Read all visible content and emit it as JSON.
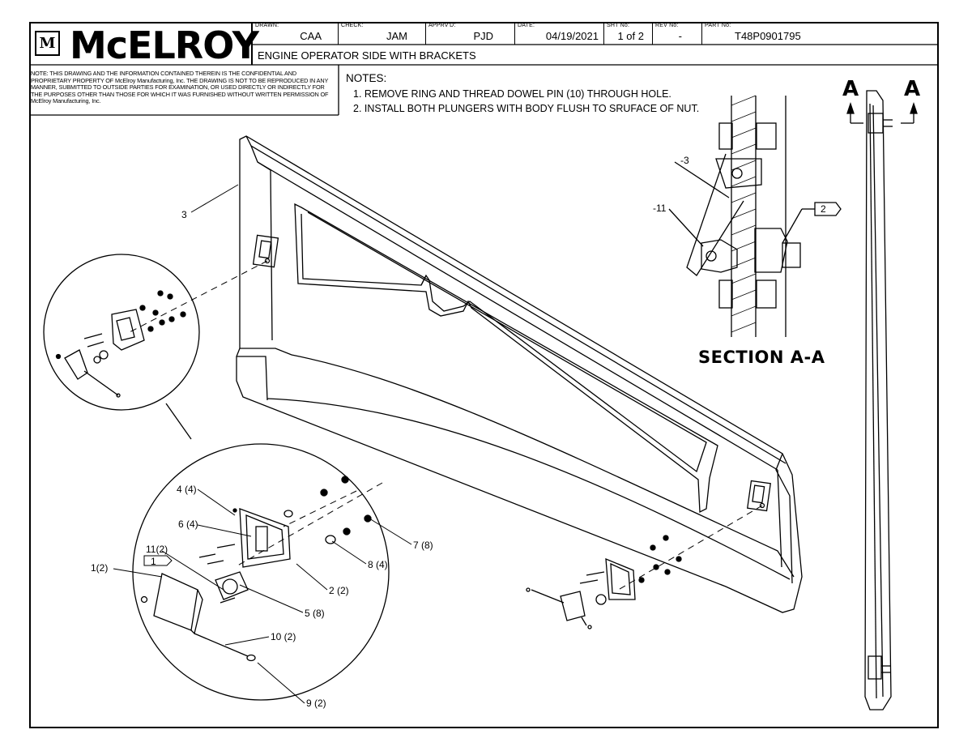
{
  "title_block": {
    "company": "McELROY",
    "logo_mark": "M",
    "drawn": {
      "label": "DRAWN:",
      "value": "CAA"
    },
    "check": {
      "label": "CHECK:",
      "value": "JAM"
    },
    "apprvd": {
      "label": "APPRV'D:",
      "value": "PJD"
    },
    "date": {
      "label": "DATE:",
      "value": "04/19/2021"
    },
    "sheet": {
      "label": "SHT No:",
      "value": "1 of 2"
    },
    "rev": {
      "label": "REV No:",
      "value": "-"
    },
    "part": {
      "label": "PART No:",
      "value": "T48P0901795"
    },
    "description": "ENGINE OPERATOR SIDE WITH BRACKETS"
  },
  "confidentiality": "NOTE: THIS DRAWING AND THE INFORMATION CONTAINED THEREIN IS THE CONFIDENTIAL AND PROPRIETARY PROPERTY OF McElroy Manufacturing, Inc. THE DRAWING IS NOT TO BE REPRODUCED IN ANY MANNER, SUBMITTED TO OUTSIDE PARTIES FOR EXAMINATION, OR USED DIRECTLY OR INDIRECTLY FOR THE PURPOSES OTHER THAN THOSE FOR WHICH IT WAS FURNISHED WITHOUT WRITTEN PERMISSION OF McElroy Manufacturing, Inc.",
  "notes": {
    "heading": "NOTES:",
    "items": [
      "1. REMOVE RING AND THREAD DOWEL PIN (10) THROUGH HOLE.",
      "2. INSTALL BOTH PLUNGERS WITH BODY FLUSH TO SRUFACE OF NUT."
    ]
  },
  "section_label": "SECTION A-A",
  "section_markers": [
    "A",
    "A"
  ],
  "callouts": {
    "main_3": "3",
    "sec_3": "-3",
    "sec_11": "-11",
    "flag_2": "2",
    "c4": "4 (4)",
    "c6": "6 (4)",
    "c11": "11(2)",
    "flag_1": "1",
    "c1": "1(2)",
    "c7": "7 (8)",
    "c8": "8 (4)",
    "c2": "2 (2)",
    "c5": "5 (8)",
    "c10": "10 (2)",
    "c9": "9 (2)"
  },
  "colors": {
    "line": "#000000",
    "background": "#ffffff"
  }
}
